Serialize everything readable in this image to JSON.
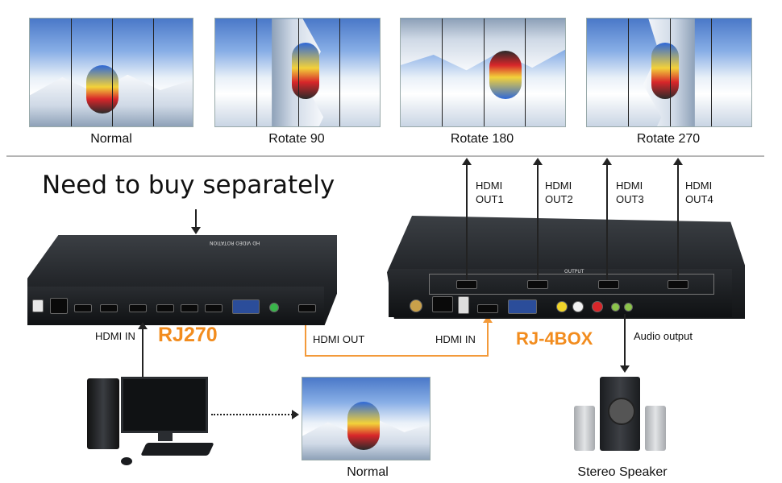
{
  "top_row": [
    {
      "caption": "Normal"
    },
    {
      "caption": "Rotate 90"
    },
    {
      "caption": "Rotate 180"
    },
    {
      "caption": "Rotate 270"
    }
  ],
  "note": "Need to buy separately",
  "left_device": {
    "name": "RJ270",
    "top_label": "HD VIDEO ROTATION"
  },
  "right_device": {
    "name": "RJ-4BOX",
    "output_label": "OUTPUT"
  },
  "outputs": [
    {
      "line1": "HDMI",
      "line2": "OUT1"
    },
    {
      "line1": "HDMI",
      "line2": "OUT2"
    },
    {
      "line1": "HDMI",
      "line2": "OUT3"
    },
    {
      "line1": "HDMI",
      "line2": "OUT4"
    }
  ],
  "labels": {
    "hdmi_in_left": "HDMI IN",
    "hdmi_out": "HDMI OUT",
    "hdmi_in_right": "HDMI IN",
    "audio_output": "Audio output",
    "normal_bottom": "Normal",
    "stereo": "Stereo Speaker"
  },
  "colors": {
    "accent": "#f28c1e",
    "device": "#2a2d31"
  }
}
